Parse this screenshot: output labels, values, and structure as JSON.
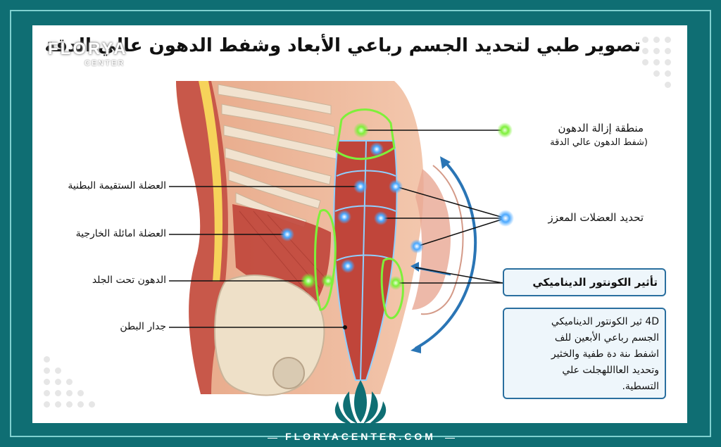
{
  "title": "تصوير طبي لتحديد الجسم رباعي الأبعاد وشفط الدهون عالي الدقة",
  "logo": {
    "name": "FLORYA",
    "sub": "CENTER"
  },
  "labels": {
    "fat_removal_area": "منطقة إزالة الدهون",
    "fat_removal_sub": "(شفط الدهون عالي الدقة",
    "rectus_abdominis": "العضلة الستقيمة البطنية",
    "external_oblique": "العضلة امائلة الخارجية",
    "subcutaneous_fat": "الدهون تحت الجلد",
    "abdominal_wall": "جدار البطن",
    "muscle_definition": "تحديد العضلات المعزز"
  },
  "box_dynamic": "تأثير الكونتور الديناميكي",
  "box_desc": [
    "4D ثير الكونتور الديناميكي",
    "الجسم رباعي الأبعين للف",
    "اشفط ىنة دة طفية والخثير",
    "وتحديد العااللهجلت علي",
    "التسطية."
  ],
  "footer": "FLORYACENTER.COM",
  "colors": {
    "teal": "#0f6e73",
    "green": "#7ef03a",
    "blue": "#4aa8ff",
    "muscle": "#c0453a"
  }
}
